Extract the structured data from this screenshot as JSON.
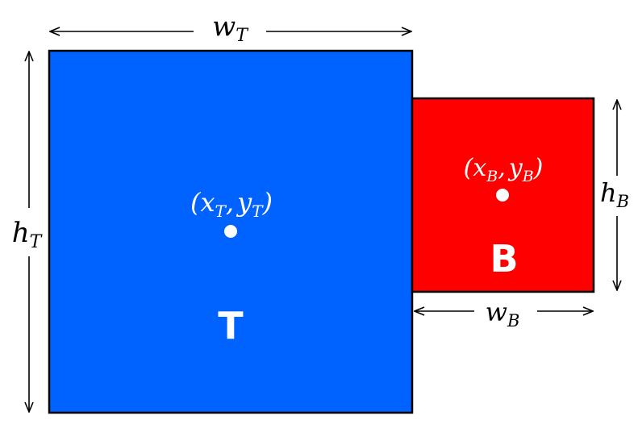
{
  "diagram": {
    "colors": {
      "box_t": "#0062FF",
      "box_b": "#FF0000",
      "stroke": "#000000",
      "label_on_box": "#FFFFFF"
    },
    "box_t": {
      "label": "T",
      "center": {
        "open": "(",
        "x": "x",
        "x_sub": "T",
        "comma": ",",
        "y": "y",
        "y_sub": "T",
        "close": ")"
      }
    },
    "box_b": {
      "label": "B",
      "center": {
        "open": "(",
        "x": "x",
        "x_sub": "B",
        "comma": ",",
        "y": "y",
        "y_sub": "B",
        "close": ")"
      }
    },
    "dims": {
      "w_t": {
        "sym": "w",
        "sub": "T"
      },
      "h_t": {
        "sym": "h",
        "sub": "T"
      },
      "w_b": {
        "sym": "w",
        "sub": "B"
      },
      "h_b": {
        "sym": "h",
        "sub": "B"
      }
    }
  }
}
